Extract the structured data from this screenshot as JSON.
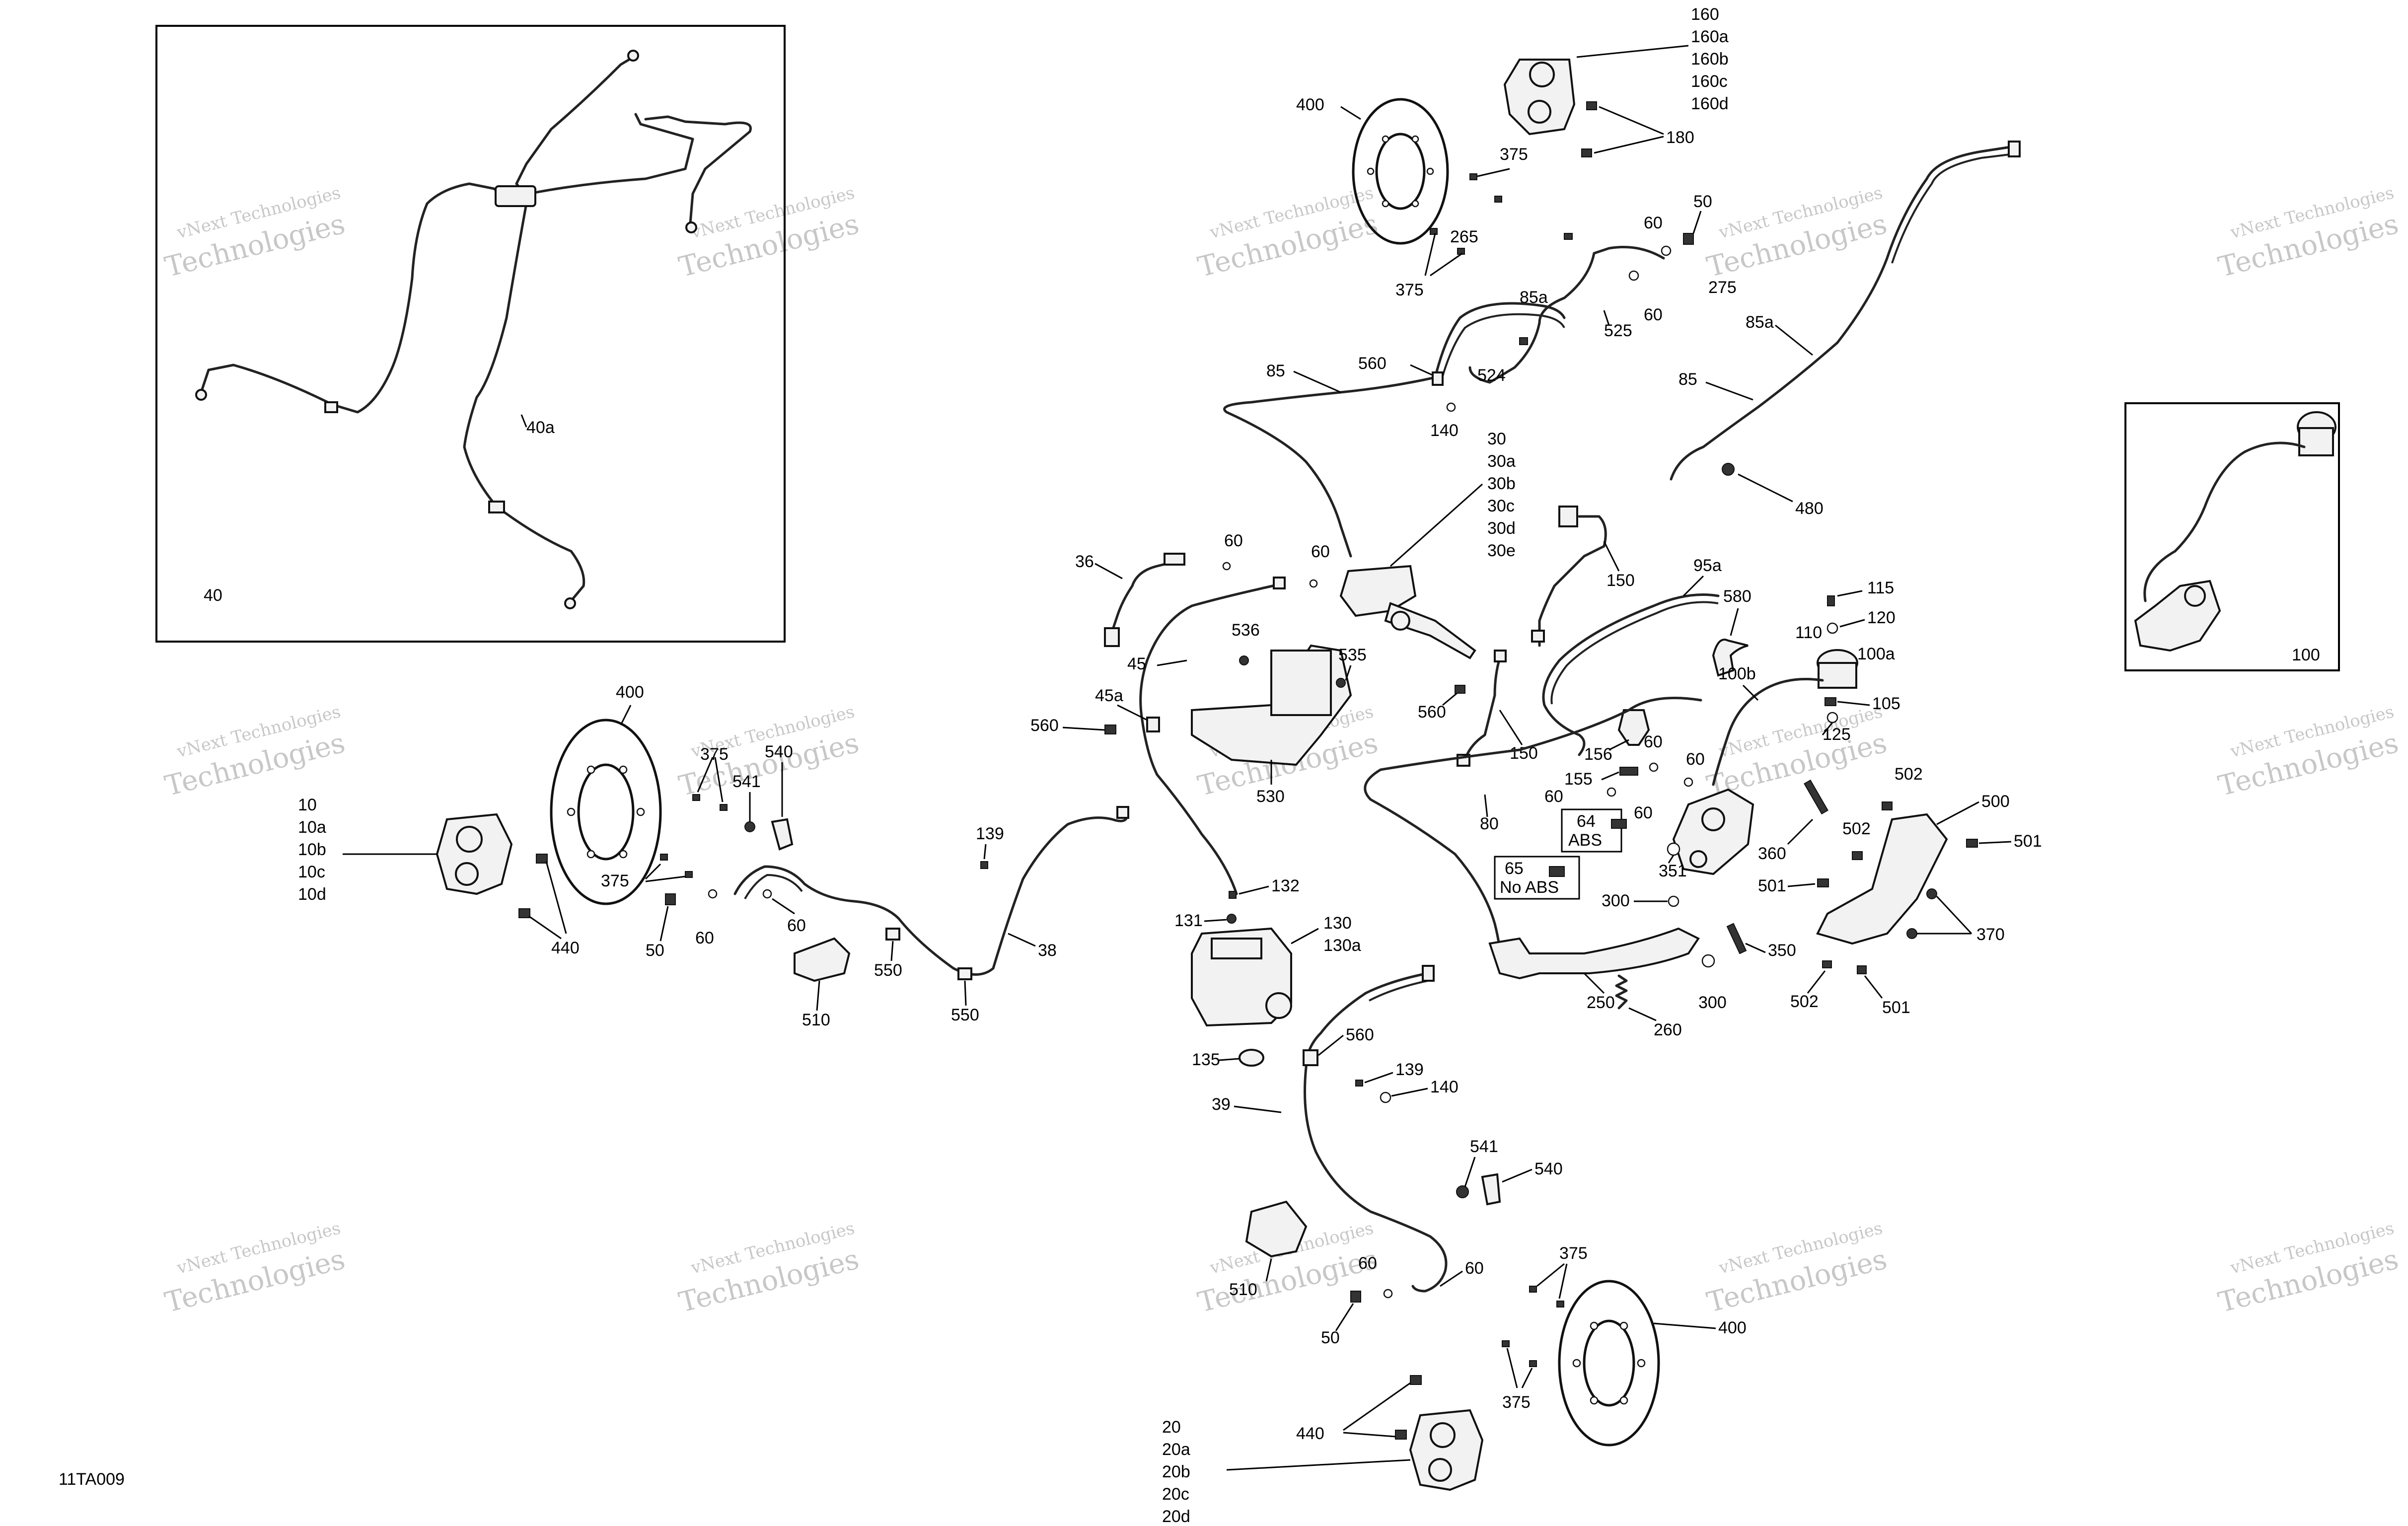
{
  "watermark": {
    "line1": "vNext Technologies",
    "line2": "Technologies"
  },
  "diagram_code": "11TA009",
  "inset_labels": {
    "harness": "40",
    "harness_sub": "40a",
    "master": "100"
  },
  "callouts": {
    "c10": [
      "10",
      "10a",
      "10b",
      "10c",
      "10d"
    ],
    "c20": [
      "20",
      "20a",
      "20b",
      "20c",
      "20d"
    ],
    "c30": [
      "30",
      "30a",
      "30b",
      "30c",
      "30d",
      "30e"
    ],
    "c160": [
      "160",
      "160a",
      "160b",
      "160c",
      "160d"
    ],
    "single": {
      "n400_top": "400",
      "n375_a": "375",
      "n375_b": "375",
      "n180": "180",
      "n265": "265",
      "n60_a": "60",
      "n50_a": "50",
      "n275": "275",
      "n60_b": "60",
      "n85a_a": "85a",
      "n525": "525",
      "n560_a": "560",
      "n524": "524",
      "n85_a": "85",
      "n140_a": "140",
      "n85a_b": "85a",
      "n85_b": "85",
      "n480": "480",
      "n36": "36",
      "n60_c": "60",
      "n60_d": "60",
      "n150_a": "150",
      "n95a": "95a",
      "n580": "580",
      "n115": "115",
      "n110": "110",
      "n120": "120",
      "n100a": "100a",
      "n100b": "100b",
      "n105": "105",
      "n125": "125",
      "n45": "45",
      "n536": "536",
      "n535": "535",
      "n45a": "45a",
      "n560_b": "560",
      "n560_c": "560",
      "n150_b": "150",
      "n530": "530",
      "n156": "156",
      "n60_e": "60",
      "n60_f": "60",
      "n155": "155",
      "n60_g": "60",
      "n80": "80",
      "n60_h": "60",
      "n502_a": "502",
      "n500": "500",
      "n502_b": "502",
      "n501_a": "501",
      "n360": "360",
      "n351": "351",
      "n501_b": "501",
      "n300_a": "300",
      "n370": "370",
      "n400_left": "400",
      "n375_c": "375",
      "n540_a": "540",
      "n541_a": "541",
      "n375_d": "375",
      "n440_a": "440",
      "n50_b": "50",
      "n60_i": "60",
      "n60_j": "60",
      "n139_a": "139",
      "n132": "132",
      "n131": "131",
      "n130": "130",
      "n130a": "130a",
      "n38": "38",
      "n550_a": "550",
      "n550_b": "550",
      "n510_a": "510",
      "n350": "350",
      "n250": "250",
      "n260": "260",
      "n300_b": "300",
      "n502_c": "502",
      "n501_c": "501",
      "n135": "135",
      "n560_d": "560",
      "n139_b": "139",
      "n140_b": "140",
      "n39": "39",
      "n541_b": "541",
      "n540_b": "540",
      "n510_b": "510",
      "n60_k": "60",
      "n60_l": "60",
      "n50_c": "50",
      "n375_e": "375",
      "n400_bottom": "400",
      "n375_f": "375",
      "n440_b": "440"
    }
  },
  "boxed_labels": {
    "abs": [
      "64",
      "ABS"
    ],
    "no_abs": [
      "65",
      "No ABS"
    ]
  }
}
